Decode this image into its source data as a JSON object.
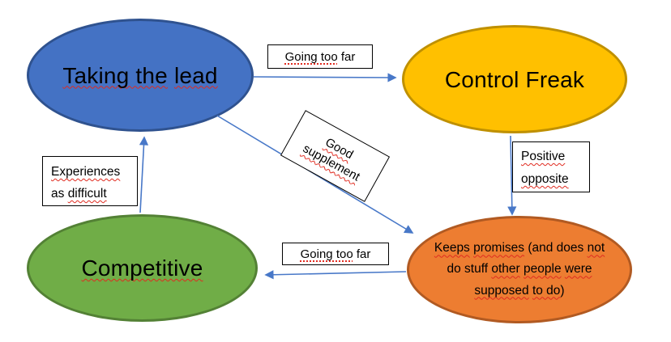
{
  "diagram": {
    "background": "#ffffff",
    "arrow_color": "#4878c8",
    "squiggle_color": "#e02b20",
    "nodes": [
      {
        "id": "taking-the-lead",
        "text": "Taking the lead",
        "fill": "#4472C4",
        "border": "#2F528F",
        "segments": [
          [
            {
              "t": "Taking the",
              "u": "wavy"
            },
            {
              "t": " ",
              "u": "none"
            },
            {
              "t": "lead",
              "u": "wavy"
            }
          ]
        ]
      },
      {
        "id": "control-freak",
        "text": "Control Freak",
        "fill": "#FFC000",
        "border": "#BF9000",
        "segments": [
          [
            {
              "t": "Control Freak",
              "u": "none"
            }
          ]
        ]
      },
      {
        "id": "competitive",
        "text": "Competitive",
        "fill": "#70AD47",
        "border": "#538135",
        "segments": [
          [
            {
              "t": "Competitive",
              "u": "wavy"
            }
          ]
        ]
      },
      {
        "id": "keeps-promises",
        "text": "Keeps promises (and does not do stuff other people were supposed to do)",
        "fill": "#ED7D31",
        "border": "#B15A22",
        "segments": [
          [
            {
              "t": "Keeps",
              "u": "wavy"
            },
            {
              "t": " ",
              "u": "none"
            },
            {
              "t": "promises",
              "u": "wavy"
            },
            {
              "t": " (and does ",
              "u": "none"
            },
            {
              "t": "not",
              "u": "wavy"
            }
          ],
          [
            {
              "t": "do stuff ",
              "u": "none"
            },
            {
              "t": "other",
              "u": "wavy"
            },
            {
              "t": " ",
              "u": "none"
            },
            {
              "t": "people",
              "u": "wavy"
            },
            {
              "t": " ",
              "u": "none"
            },
            {
              "t": "were",
              "u": "wavy"
            }
          ],
          [
            {
              "t": "supposed",
              "u": "wavy"
            },
            {
              "t": " ",
              "u": "none"
            },
            {
              "t": "to do",
              "u": "wavy"
            },
            {
              "t": ")",
              "u": "none"
            }
          ]
        ]
      }
    ],
    "labels": [
      {
        "id": "going-too-far-top",
        "text": "Going too far",
        "segments": [
          [
            {
              "t": "Going too",
              "u": "dotted"
            },
            {
              "t": " far",
              "u": "none"
            }
          ]
        ]
      },
      {
        "id": "good-supplement",
        "text": "Good supplement",
        "segments": [
          [
            {
              "t": "Good",
              "u": "wavy"
            }
          ],
          [
            {
              "t": "supplement",
              "u": "wavy"
            }
          ]
        ]
      },
      {
        "id": "experiences-as-difficult",
        "text": "Experiences as difficult",
        "segments": [
          [
            {
              "t": "Experiences",
              "u": "wavy"
            }
          ],
          [
            {
              "t": "as ",
              "u": "none"
            },
            {
              "t": "difficult",
              "u": "wavy"
            }
          ]
        ]
      },
      {
        "id": "positive-opposite",
        "text": "Positive opposite",
        "segments": [
          [
            {
              "t": "Positive",
              "u": "wavy"
            }
          ],
          [
            {
              "t": "opposite",
              "u": "wavy"
            }
          ]
        ]
      },
      {
        "id": "going-too-far-bottom",
        "text": "Going too far",
        "segments": [
          [
            {
              "t": "Going too",
              "u": "dotted"
            },
            {
              "t": " far",
              "u": "none"
            }
          ]
        ]
      }
    ],
    "connectors": [
      {
        "id": "taking-lead-to-control-freak",
        "from": "Taking the lead",
        "to": "Control Freak",
        "label": "Going too far"
      },
      {
        "id": "control-freak-to-keeps-promises",
        "from": "Control Freak",
        "to": "Keeps promises (and does not do stuff other people were supposed to do)",
        "label": "Positive opposite"
      },
      {
        "id": "keeps-promises-to-competitive",
        "from": "Keeps promises (and does not do stuff other people were supposed to do)",
        "to": "Competitive",
        "label": "Going too far"
      },
      {
        "id": "competitive-to-taking-lead",
        "from": "Competitive",
        "to": "Taking the lead",
        "label": "Experiences as difficult"
      },
      {
        "id": "taking-lead-to-keeps-promises",
        "from": "Taking the lead",
        "to": "Keeps promises (and does not do stuff other people were supposed to do)",
        "label": "Good supplement"
      }
    ]
  }
}
